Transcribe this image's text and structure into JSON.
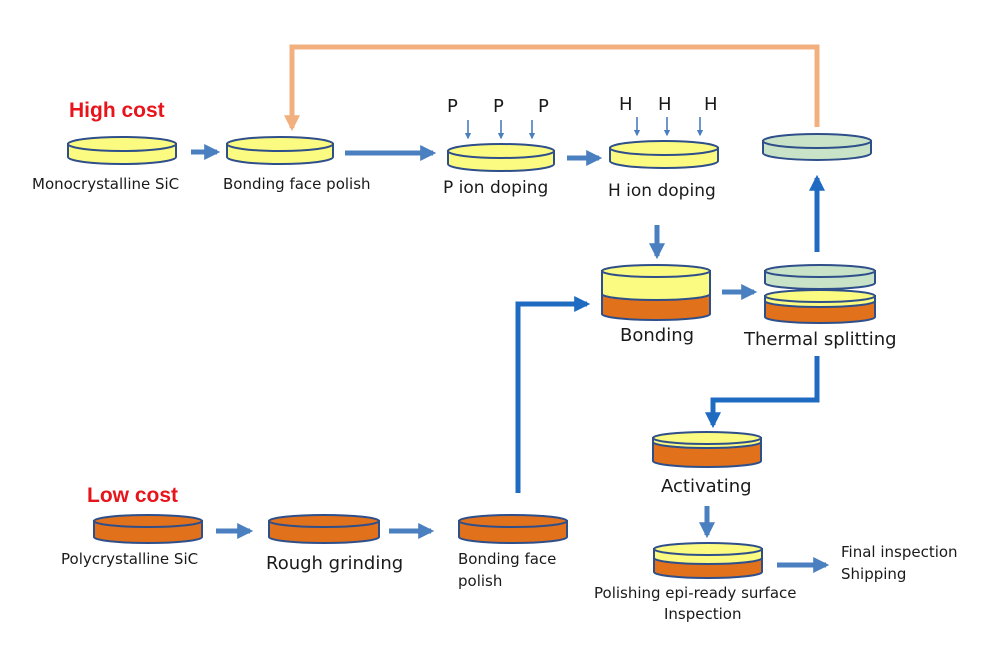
{
  "colors": {
    "mono": "#fbfb82",
    "poly": "#e2711c",
    "used": "#c9e3c9",
    "outline": "#2f4f8a",
    "arrow": "#4a7fc0",
    "arrow_dark": "#1f6bc1",
    "recycle": "#f2b07f",
    "cost_text": "#e8141b"
  },
  "cost_labels": {
    "high": "High cost",
    "low": "Low cost"
  },
  "steps": {
    "mono_sic": "Monocrystalline SiC",
    "bonding_polish_top": "Bonding face polish",
    "p_doping": "P ion doping",
    "h_doping": "H ion doping",
    "bonding": "Bonding",
    "thermal_splitting": "Thermal splitting",
    "activating": "Activating",
    "poly_sic": "Polycrystalline SiC",
    "rough_grinding": "Rough grinding",
    "bonding_polish_bottom_1": "Bonding face",
    "bonding_polish_bottom_2": "polish",
    "polishing_1": "Polishing epi-ready surface",
    "polishing_2": "Inspection",
    "final_1": "Final inspection",
    "final_2": "Shipping"
  },
  "ions": {
    "p": "P",
    "h": "H"
  }
}
